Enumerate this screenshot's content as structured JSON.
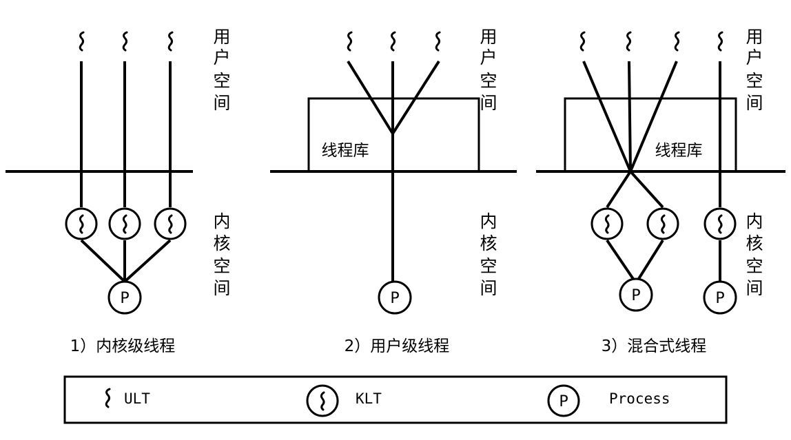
{
  "panels": [
    {
      "caption": "1）内核级线程",
      "user_space": [
        "用",
        "户",
        "空",
        "间"
      ],
      "kernel_space": [
        "内",
        "核",
        "空",
        "间"
      ]
    },
    {
      "caption": "2）用户级线程",
      "library_label": "线程库",
      "user_space": [
        "用",
        "户",
        "空",
        "间"
      ],
      "kernel_space": [
        "内",
        "核",
        "空",
        "间"
      ]
    },
    {
      "caption": "3）混合式线程",
      "library_label": "线程库",
      "user_space": [
        "用",
        "户",
        "空",
        "间"
      ],
      "kernel_space": [
        "内",
        "核",
        "空",
        "间"
      ]
    }
  ],
  "process_label": "P",
  "legend": {
    "ult_label": "ULT",
    "klt_label": "KLT",
    "process_symbol": "P",
    "process_label": "Process"
  }
}
